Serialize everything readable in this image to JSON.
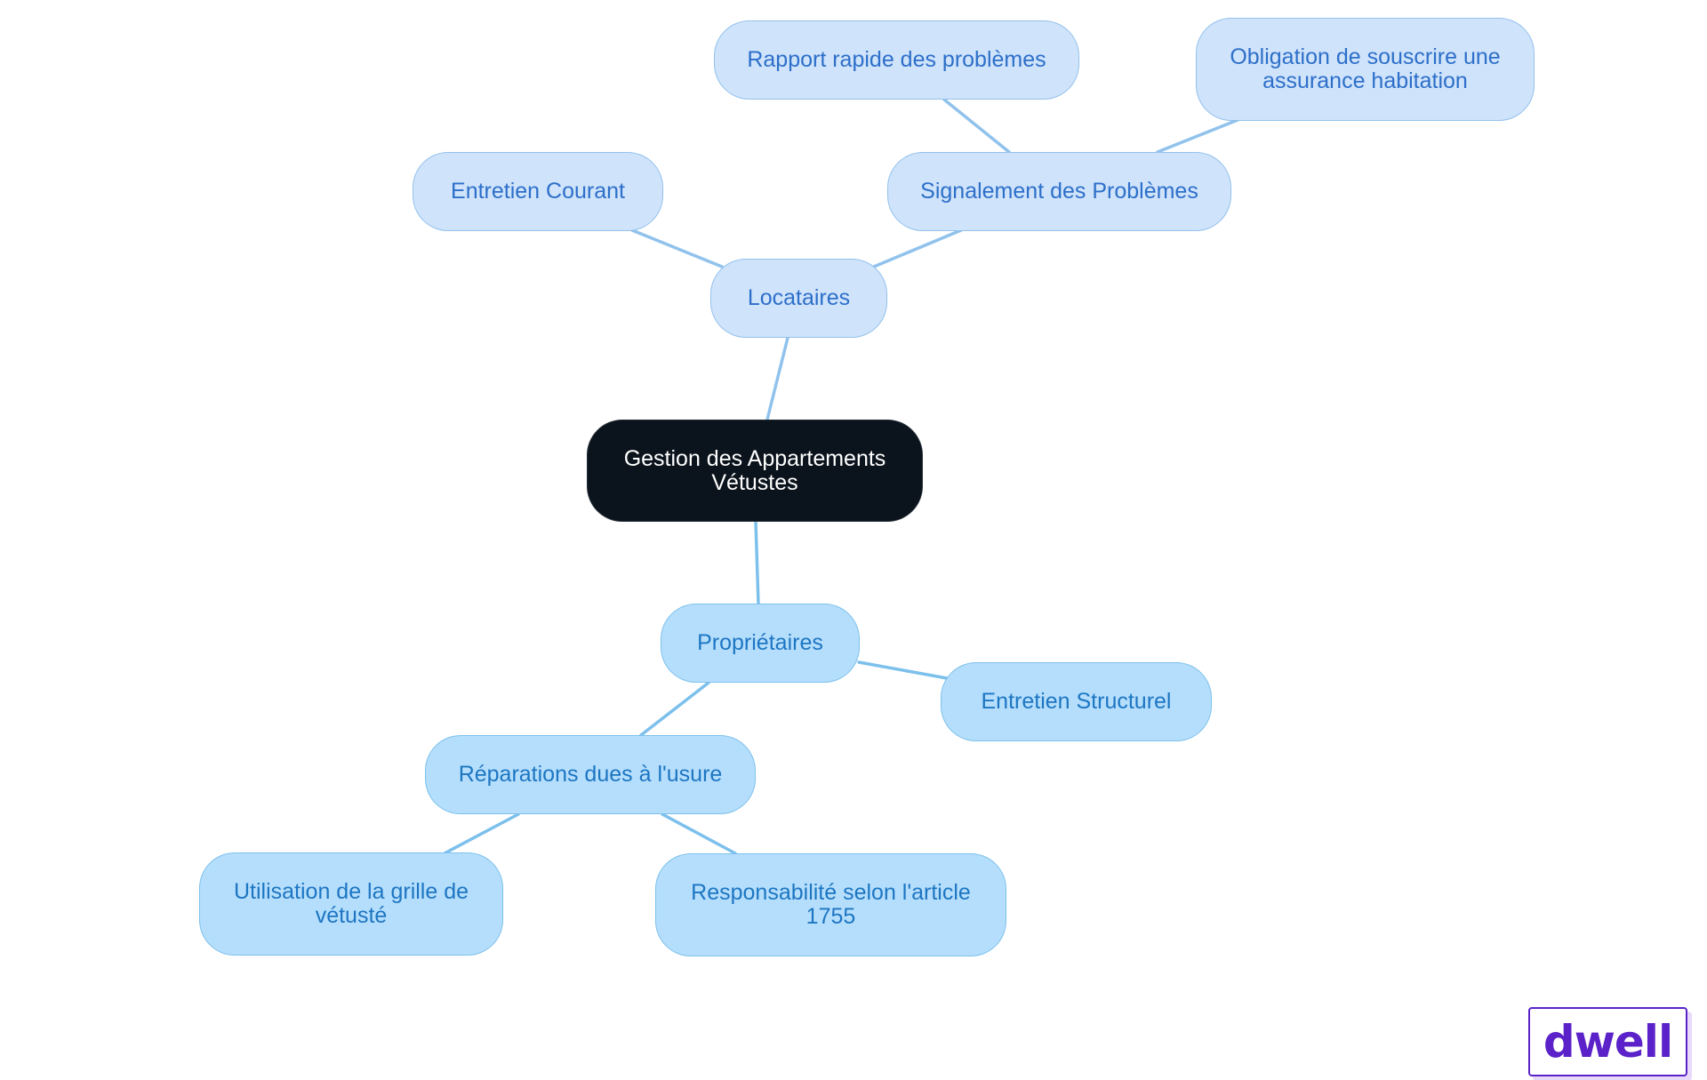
{
  "mindmap": {
    "root": {
      "label": "Gestion des Appartements\nVétustes"
    },
    "tenants": {
      "label": "Locataires",
      "entretien_courant": "Entretien Courant",
      "signalement": "Signalement des Problèmes",
      "rapport": "Rapport rapide des problèmes",
      "obligation": "Obligation de souscrire une\nassurance habitation"
    },
    "owners": {
      "label": "Propriétaires",
      "entretien_structurel": "Entretien Structurel",
      "reparations": "Réparations dues à l'usure",
      "grille": "Utilisation de la grille de\nvétusté",
      "article": "Responsabilité selon l'article\n1755"
    }
  },
  "brand": {
    "logo_text": "dwell",
    "logo_color": "#5a22c8"
  },
  "colors": {
    "root_fill": "#0b131c",
    "tenant_fill": "#cfe3fb",
    "tenant_text": "#2d6fc9",
    "owner_fill": "#b5defc",
    "owner_text": "#1d76c2"
  }
}
